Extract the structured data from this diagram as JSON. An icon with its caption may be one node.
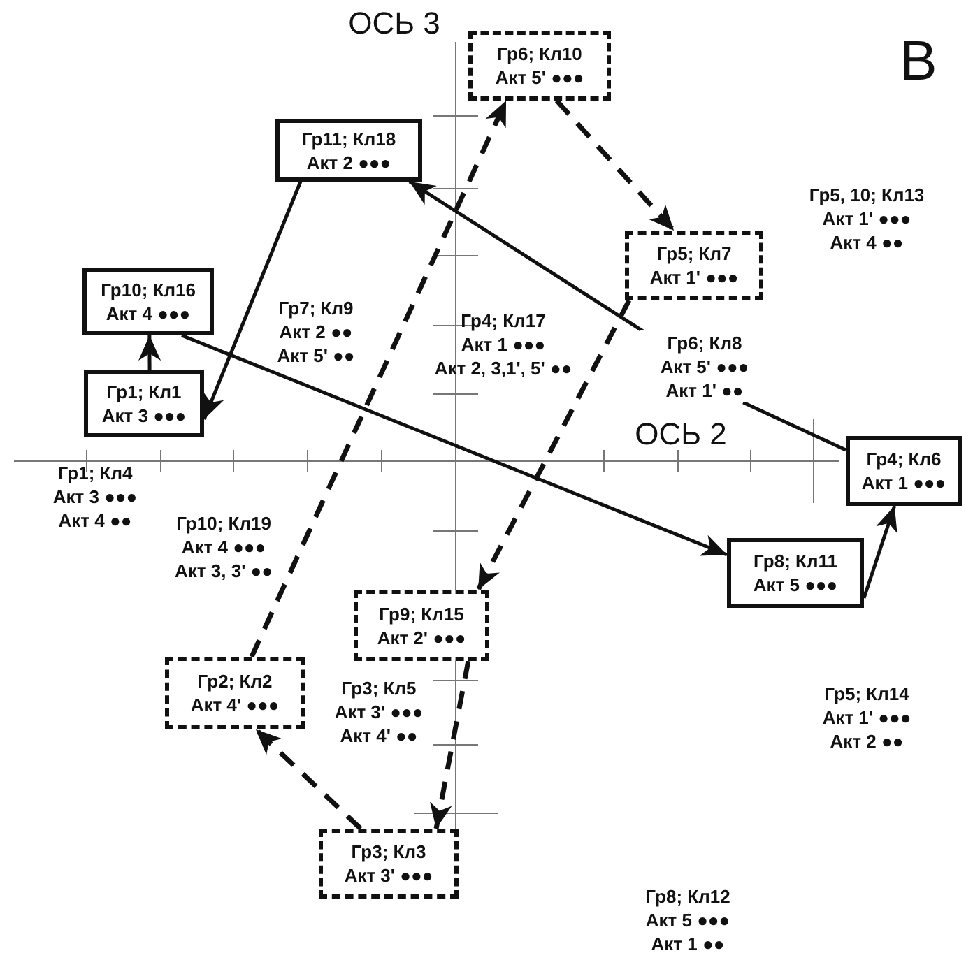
{
  "diagram": {
    "nodes": [
      {
        "text": [
          "Гр11; Кл18",
          "Акт 2 ●●●"
        ]
      },
      {
        "text": [
          "Гр10; Кл16",
          "Акт 4 ●●●"
        ]
      },
      {
        "text": [
          "Гр1; Кл1",
          "Акт 3 ●●●"
        ]
      },
      {
        "text": [
          "Гр4; Кл6",
          "Акт 1 ●●●"
        ]
      },
      {
        "text": [
          "Гр8; Кл11",
          "Акт 5 ●●●"
        ]
      },
      {
        "text": [
          "Гр6; Кл10",
          "Акт 5' ●●●"
        ]
      },
      {
        "text": [
          "Гр5; Кл7",
          "Акт 1' ●●●"
        ]
      },
      {
        "text": [
          "Гр9; Кл15",
          "Акт 2' ●●●"
        ]
      },
      {
        "text": [
          "Гр2; Кл2",
          "Акт 4' ●●●"
        ]
      },
      {
        "text": [
          "Гр3; Кл3",
          "Акт 3' ●●●"
        ]
      },
      {
        "text": [
          "Гр6; Кл8",
          "Акт 5' ●●●",
          "Акт 1' ●●"
        ]
      }
    ],
    "edges": [
      {
        "from": 2,
        "to": 1,
        "arrow": "to"
      },
      {
        "from": 0,
        "to": 2,
        "arrow": "to"
      },
      {
        "from": 1,
        "to": 4,
        "arrow": "to"
      },
      {
        "from": 4,
        "to": 3,
        "arrow": "to"
      },
      {
        "from": 3,
        "to": 10,
        "arrow": "none"
      },
      {
        "from": 10,
        "to": 0,
        "arrow": "to"
      },
      {
        "from": 8,
        "to": 5,
        "arrow": "to",
        "style": "dashed"
      },
      {
        "from": 5,
        "to": 6,
        "arrow": "to",
        "style": "dashed"
      },
      {
        "from": 6,
        "to": 7,
        "arrow": "to",
        "style": "dashed"
      },
      {
        "from": 7,
        "to": 9,
        "arrow": "to",
        "style": "dashed"
      },
      {
        "from": 9,
        "to": 8,
        "arrow": "to",
        "style": "dashed"
      }
    ],
    "labels": [
      "ОСЬ 3",
      "В",
      "Гр5, 10; Кл13",
      "Акт 1' ●●●",
      "Акт 4 ●●",
      "Гр7; Кл9",
      "Акт 2 ●●",
      "Акт 5' ●●",
      "Гр4; Кл17",
      "Акт 1 ●●●",
      "Акт 2, 3,1', 5' ●●",
      "ОСЬ 2",
      "Гр1; Кл4",
      "Акт 3 ●●●",
      "Акт 4 ●●",
      "Гр10; Кл19",
      "Акт 4 ●●●",
      "Акт 3, 3' ●●",
      "Гр3; Кл5",
      "Акт 3' ●●●",
      "Акт 4' ●●",
      "Гр5; Кл14",
      "Акт 1' ●●●",
      "Акт 2 ●●",
      "Гр8; Кл12",
      "Акт 5 ●●●",
      "Акт 1 ●●"
    ]
  }
}
